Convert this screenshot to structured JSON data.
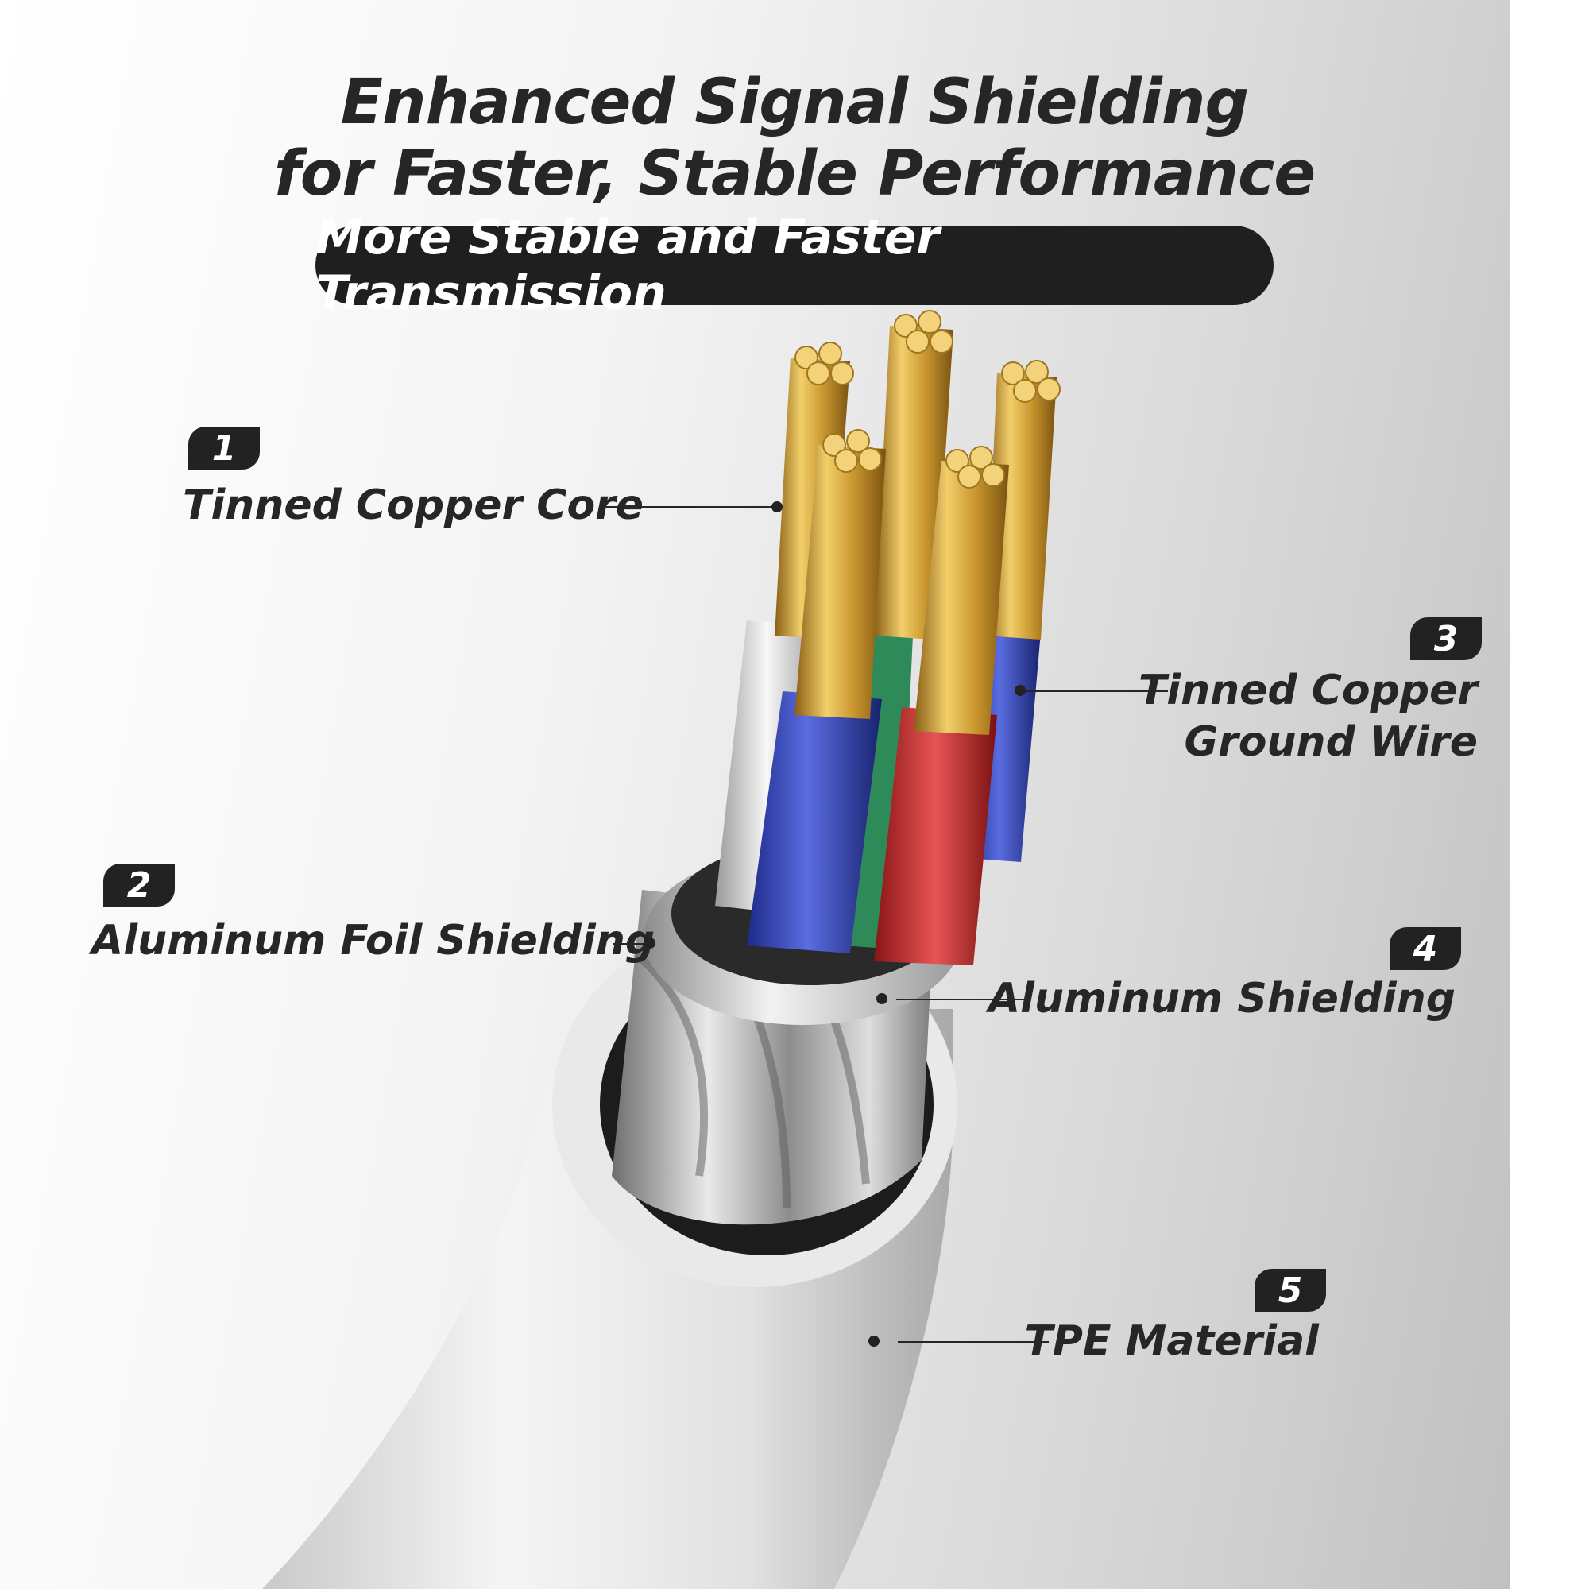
{
  "headline": {
    "line1": "Enhanced Signal Shielding",
    "line2": "for Faster, Stable Performance"
  },
  "subtitle": "More Stable and Faster Transmission",
  "callouts": [
    {
      "number": "1",
      "label": "Tinned Copper Core"
    },
    {
      "number": "2",
      "label": "Aluminum Foil Shielding"
    },
    {
      "number": "3",
      "label_line1": "Tinned Copper",
      "label_line2": "Ground Wire"
    },
    {
      "number": "4",
      "label": "Aluminum Shielding"
    },
    {
      "number": "5",
      "label": "TPE Material"
    }
  ],
  "colors": {
    "text": "#262626",
    "badge": "#222222",
    "copper": "#d4a640",
    "wire_blue": "#3d4fc4",
    "wire_red": "#d23a3a",
    "wire_green": "#3aa86a",
    "wire_white": "#e8e8e8",
    "jacket": "#f0f0f0"
  }
}
